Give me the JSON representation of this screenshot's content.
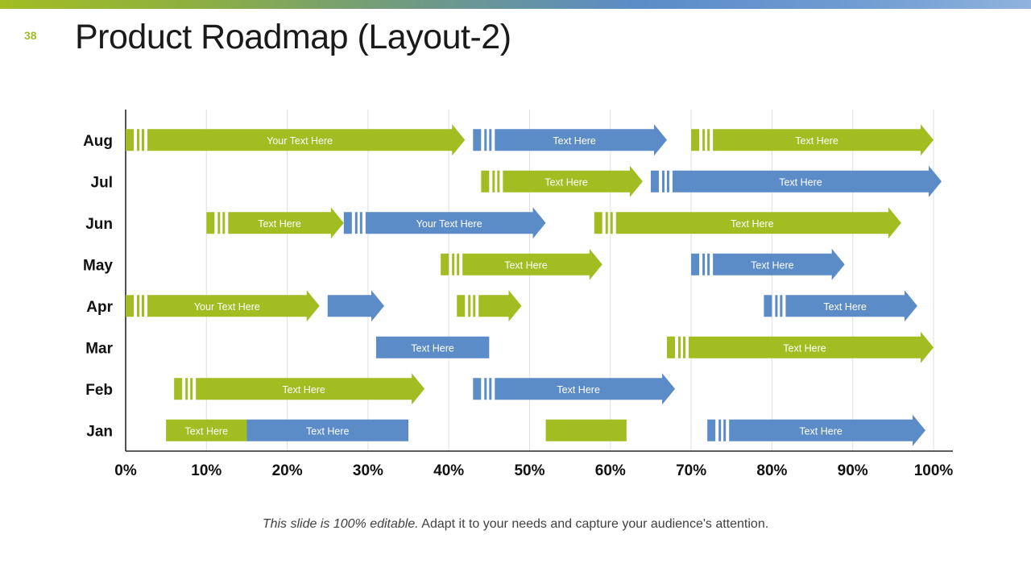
{
  "slide": {
    "number": "38",
    "title": "Product Roadmap (Layout-2)",
    "footer_italic": "This slide is 100% editable.",
    "footer_rest": " Adapt it to your needs and capture your audience's attention."
  },
  "colors": {
    "green": "#a2bd22",
    "blue": "#5b8cc8",
    "gridline": "#e4e4e4",
    "axis": "#262626",
    "slide_number": "#9fbc2a",
    "title": "#1a1a1a",
    "bar_label": "#ffffff"
  },
  "chart_data": {
    "type": "bar",
    "title": "Product Roadmap (Layout-2)",
    "xlabel": "",
    "ylabel": "",
    "xlim": [
      0,
      100
    ],
    "grid": true,
    "legend": "none",
    "categories": [
      "Aug",
      "Jul",
      "Jun",
      "May",
      "Apr",
      "Mar",
      "Feb",
      "Jan"
    ],
    "xticks": [
      "0%",
      "10%",
      "20%",
      "30%",
      "40%",
      "50%",
      "60%",
      "70%",
      "80%",
      "90%",
      "100%"
    ],
    "xtick_values": [
      0,
      10,
      20,
      30,
      40,
      50,
      60,
      70,
      80,
      90,
      100
    ],
    "rows": [
      {
        "category": "Aug",
        "bars": [
          {
            "start": 0,
            "end": 42,
            "color": "green",
            "label": "Your Text Here",
            "arrow": true,
            "notch": true
          },
          {
            "start": 43,
            "end": 67,
            "color": "blue",
            "label": "Text Here",
            "arrow": true,
            "notch": true
          },
          {
            "start": 70,
            "end": 100,
            "color": "green",
            "label": "Text Here",
            "arrow": true,
            "notch": true
          }
        ]
      },
      {
        "category": "Jul",
        "bars": [
          {
            "start": 44,
            "end": 64,
            "color": "green",
            "label": "Text Here",
            "arrow": true,
            "notch": true
          },
          {
            "start": 65,
            "end": 101,
            "color": "blue",
            "label": "Text Here",
            "arrow": true,
            "notch": true
          }
        ]
      },
      {
        "category": "Jun",
        "bars": [
          {
            "start": 10,
            "end": 27,
            "color": "green",
            "label": "Text Here",
            "arrow": true,
            "notch": true
          },
          {
            "start": 27,
            "end": 52,
            "color": "blue",
            "label": "Your Text Here",
            "arrow": true,
            "notch": true
          },
          {
            "start": 58,
            "end": 96,
            "color": "green",
            "label": "Text Here",
            "arrow": true,
            "notch": true
          }
        ]
      },
      {
        "category": "May",
        "bars": [
          {
            "start": 39,
            "end": 59,
            "color": "green",
            "label": "Text Here",
            "arrow": true,
            "notch": true
          },
          {
            "start": 70,
            "end": 89,
            "color": "blue",
            "label": "Text Here",
            "arrow": true,
            "notch": true
          }
        ]
      },
      {
        "category": "Apr",
        "bars": [
          {
            "start": 0,
            "end": 24,
            "color": "green",
            "label": "Your Text Here",
            "arrow": true,
            "notch": true
          },
          {
            "start": 25,
            "end": 32,
            "color": "blue",
            "label": "",
            "arrow": true,
            "notch": false
          },
          {
            "start": 41,
            "end": 49,
            "color": "green",
            "label": "",
            "arrow": true,
            "notch": true
          },
          {
            "start": 79,
            "end": 98,
            "color": "blue",
            "label": "Text Here",
            "arrow": true,
            "notch": true
          }
        ]
      },
      {
        "category": "Mar",
        "bars": [
          {
            "start": 31,
            "end": 45,
            "color": "blue",
            "label": "Text Here",
            "arrow": false,
            "notch": false
          },
          {
            "start": 67,
            "end": 100,
            "color": "green",
            "label": "Text Here",
            "arrow": true,
            "notch": true
          }
        ]
      },
      {
        "category": "Feb",
        "bars": [
          {
            "start": 6,
            "end": 37,
            "color": "green",
            "label": "Text Here",
            "arrow": true,
            "notch": true
          },
          {
            "start": 43,
            "end": 68,
            "color": "blue",
            "label": "Text Here",
            "arrow": true,
            "notch": true
          }
        ]
      },
      {
        "category": "Jan",
        "bars": [
          {
            "start": 5,
            "end": 15,
            "color": "green",
            "label": "Text Here",
            "arrow": false,
            "notch": false
          },
          {
            "start": 15,
            "end": 35,
            "color": "blue",
            "label": "Text Here",
            "arrow": false,
            "notch": false
          },
          {
            "start": 52,
            "end": 62,
            "color": "green",
            "label": "",
            "arrow": false,
            "notch": false
          },
          {
            "start": 72,
            "end": 99,
            "color": "blue",
            "label": "Text Here",
            "arrow": true,
            "notch": true
          }
        ]
      }
    ]
  }
}
